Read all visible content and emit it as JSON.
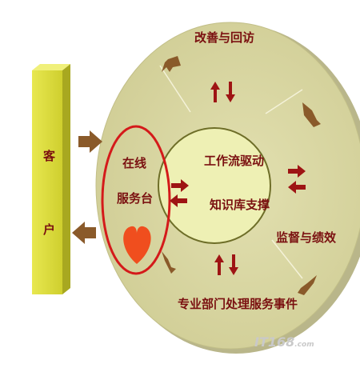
{
  "client": {
    "char_top": "客",
    "char_bottom": "户"
  },
  "service_desk": {
    "line1": "在线",
    "line2": "服务台"
  },
  "core": {
    "line1": "工作流驱动",
    "line2": "知识库支撑"
  },
  "ring": {
    "top_label": "改善与回访",
    "right_label": "监督与绩效",
    "bottom_label": "专业部门处理服务事件"
  },
  "watermark": {
    "brand": "IT168",
    "suffix": ".com"
  },
  "colors": {
    "disc": "#d8d6a0",
    "disc_edge": "#c8c58f",
    "core": "#eef0b0",
    "client_bar": "#d6d640",
    "arrow_brown": "#8a5a2a",
    "arrow_red": "#9e1414",
    "heart": "#f04e1e",
    "oval": "#d41a1a",
    "text": "#7a1010"
  }
}
